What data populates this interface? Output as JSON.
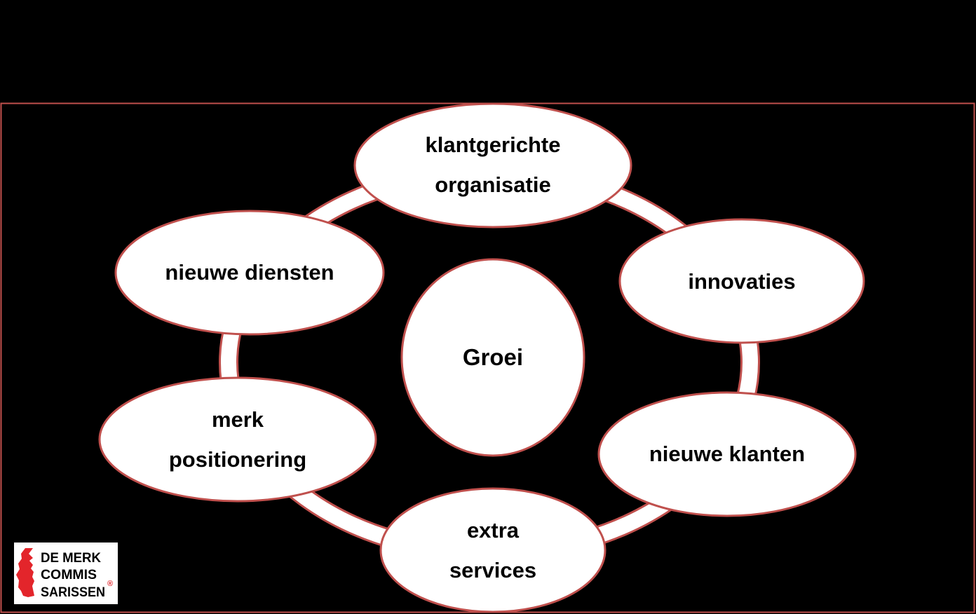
{
  "colors": {
    "background": "#000000",
    "frame": "#c0504d",
    "ring": "#c0504d",
    "node_fill": "#ffffff",
    "node_border": "#c0504d",
    "text": "#000000",
    "logo_accent": "#e3252b"
  },
  "diagram": {
    "center": {
      "label": "Groei"
    },
    "nodes": [
      {
        "id": "klantgerichte-organisatie",
        "lines": [
          "klantgerichte",
          "organisatie"
        ]
      },
      {
        "id": "innovaties",
        "lines": [
          "innovaties"
        ]
      },
      {
        "id": "nieuwe-klanten",
        "lines": [
          "nieuwe klanten"
        ]
      },
      {
        "id": "extra-services",
        "lines": [
          "extra",
          "services"
        ]
      },
      {
        "id": "merk-positionering",
        "lines": [
          "merk",
          "positionering"
        ]
      },
      {
        "id": "nieuwe-diensten",
        "lines": [
          "nieuwe diensten"
        ]
      }
    ]
  },
  "logo": {
    "lines": [
      "DE MERK",
      "COMMIS",
      "SARISSEN"
    ],
    "registered_mark": "®",
    "icon": "head-profile-icon"
  }
}
